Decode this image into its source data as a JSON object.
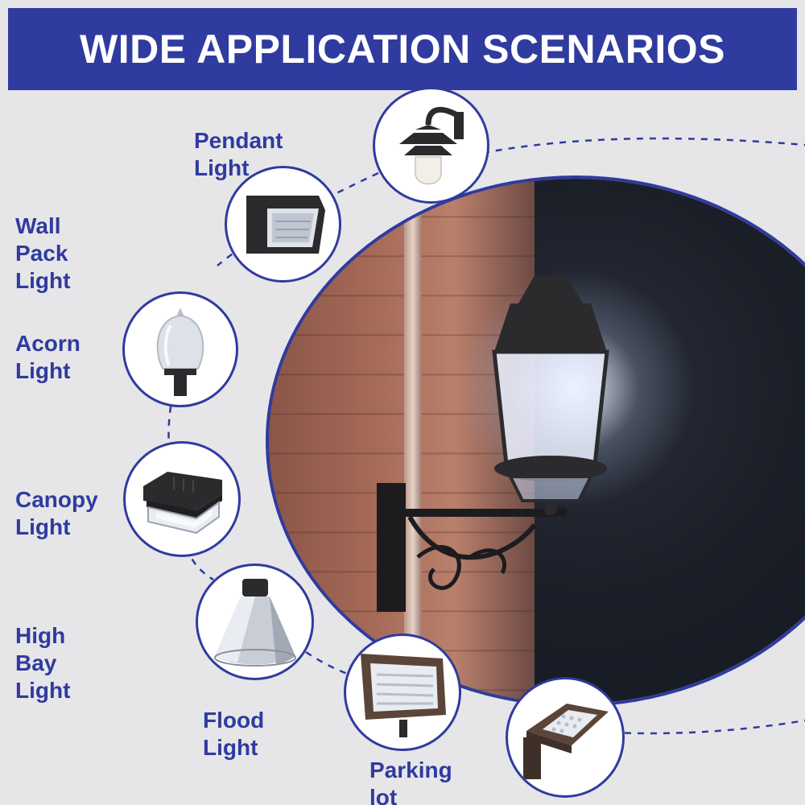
{
  "banner": {
    "title": "WIDE APPLICATION SCENARIOS"
  },
  "colors": {
    "accent": "#2f3b9f",
    "background": "#e6e6e8",
    "label_text": "#2f3b9f"
  },
  "items": [
    {
      "label": "Pendant Light",
      "icon": "pendant-light-icon"
    },
    {
      "label": "Wall Pack Light",
      "icon": "wall-pack-light-icon"
    },
    {
      "label": "Acorn\nLight",
      "icon": "acorn-light-icon"
    },
    {
      "label": "Canopy\nLight",
      "icon": "canopy-light-icon"
    },
    {
      "label": "High Bay Light",
      "icon": "high-bay-light-icon"
    },
    {
      "label": "Flood Light",
      "icon": "flood-light-icon"
    },
    {
      "label": "Parking lot",
      "icon": "parking-lot-light-icon"
    }
  ],
  "hero": {
    "icon": "street-lantern-icon"
  }
}
